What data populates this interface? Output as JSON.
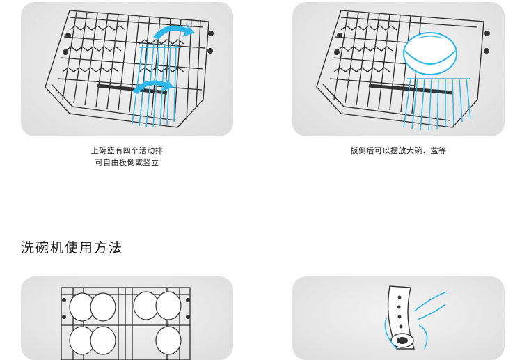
{
  "top_left": {
    "caption_line1": "上碗篮有四个活动排",
    "caption_line2": "可自由扳倒或竖立"
  },
  "top_right": {
    "caption_line1": "扳倒后可以摆放大碗、盆等"
  },
  "section": {
    "title": "洗碗机使用方法"
  },
  "colors": {
    "panel_bg": "#e4e4e4",
    "highlight_blue": "#2fb6e8",
    "wire": "#2a2a2a"
  }
}
